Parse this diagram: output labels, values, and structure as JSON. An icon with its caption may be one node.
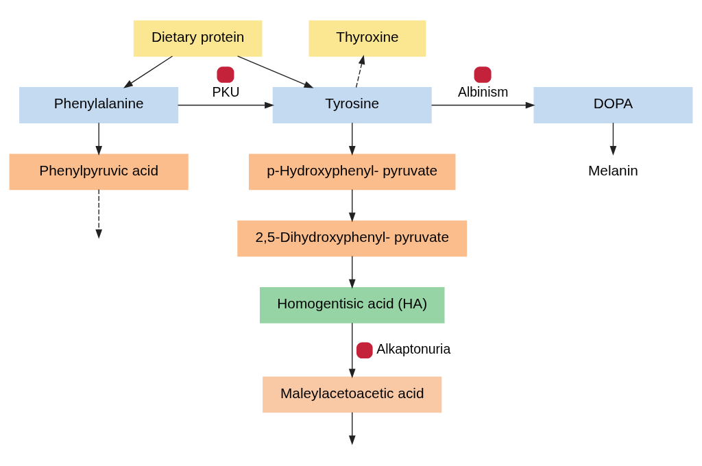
{
  "diagram": {
    "nodes": [
      {
        "text": [
          "Dietary protein"
        ]
      },
      {
        "text": [
          "Phenylalanine"
        ]
      },
      {
        "text": [
          "Tyrosine"
        ]
      },
      {
        "text": [
          "Thyroxine"
        ]
      },
      {
        "text": [
          "DOPA"
        ]
      },
      {
        "text": [
          "Phenylpyruvic acid"
        ]
      },
      {
        "text": [
          "p-Hydroxyphenyl- pyruvate"
        ]
      },
      {
        "text": [
          "Melanin"
        ]
      },
      {
        "text": [
          "2,5-Dihydroxyphenyl- pyruvate"
        ]
      },
      {
        "text": [
          "Homogentisic acid (HA)"
        ]
      },
      {
        "text": [
          "Maleylacetoacetic acid"
        ]
      }
    ],
    "edges": [
      {
        "from": 0,
        "to": 1,
        "arrow": "to"
      },
      {
        "from": 0,
        "to": 2,
        "arrow": "to"
      },
      {
        "from": 1,
        "to": 2,
        "arrow": "to",
        "label": "PKU"
      },
      {
        "from": 2,
        "to": 3,
        "arrow": "to",
        "style": "dashed"
      },
      {
        "from": 2,
        "to": 4,
        "arrow": "to",
        "label": "Albinism"
      },
      {
        "from": 4,
        "to": 7,
        "arrow": "to"
      },
      {
        "from": 1,
        "to": 5,
        "arrow": "to"
      },
      {
        "from": 5,
        "to": null,
        "arrow": "to",
        "style": "dashed"
      },
      {
        "from": 2,
        "to": 6,
        "arrow": "to"
      },
      {
        "from": 6,
        "to": 8,
        "arrow": "to"
      },
      {
        "from": 8,
        "to": 9,
        "arrow": "to"
      },
      {
        "from": 9,
        "to": 10,
        "arrow": "to",
        "label": "Alkaptonuria"
      },
      {
        "from": 10,
        "to": null,
        "arrow": "to"
      }
    ]
  }
}
